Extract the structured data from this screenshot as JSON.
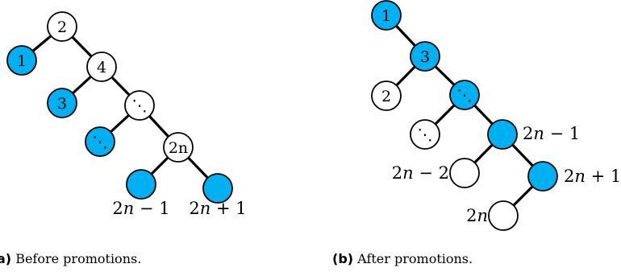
{
  "colors": {
    "highlight": "#00b0f0",
    "plain": "#ffffff",
    "stroke": "#000000"
  },
  "trees": [
    {
      "name": "before",
      "caption_tag": "a)",
      "caption_text": " Before promotions.",
      "nodes": [
        {
          "id": "a2",
          "label": "2",
          "fill": "plain"
        },
        {
          "id": "a1",
          "label": "1",
          "fill": "highlight"
        },
        {
          "id": "a4",
          "label": "4",
          "fill": "plain"
        },
        {
          "id": "a3",
          "label": "3",
          "fill": "highlight"
        },
        {
          "id": "adots1",
          "label": "⋱",
          "fill": "plain"
        },
        {
          "id": "adots2",
          "label": "⋱",
          "fill": "highlight"
        },
        {
          "id": "a2n",
          "label": "2n",
          "fill": "plain"
        },
        {
          "id": "a2nm1",
          "label": "",
          "fill": "highlight"
        },
        {
          "id": "a2np1",
          "label": "",
          "fill": "highlight"
        }
      ],
      "edges": [
        [
          "a2",
          "a1"
        ],
        [
          "a2",
          "a4"
        ],
        [
          "a4",
          "a3"
        ],
        [
          "a4",
          "adots1"
        ],
        [
          "adots1",
          "adots2"
        ],
        [
          "adots1",
          "a2n"
        ],
        [
          "a2n",
          "a2nm1"
        ],
        [
          "a2n",
          "a2np1"
        ]
      ],
      "labels": [
        {
          "for": "a2nm1",
          "text": "2n − 1"
        },
        {
          "for": "a2np1",
          "text": "2n + 1"
        }
      ]
    },
    {
      "name": "after",
      "caption_tag": "(b)",
      "caption_text": " After promotions.",
      "nodes": [
        {
          "id": "b1",
          "label": "1",
          "fill": "highlight"
        },
        {
          "id": "b3",
          "label": "3",
          "fill": "highlight"
        },
        {
          "id": "b2",
          "label": "2",
          "fill": "plain"
        },
        {
          "id": "bdots1",
          "label": "⋱",
          "fill": "highlight"
        },
        {
          "id": "bdots2",
          "label": "⋱",
          "fill": "plain"
        },
        {
          "id": "b2nm1",
          "label": "",
          "fill": "highlight"
        },
        {
          "id": "b2nm2",
          "label": "",
          "fill": "plain"
        },
        {
          "id": "b2np1",
          "label": "",
          "fill": "highlight"
        },
        {
          "id": "b2n",
          "label": "",
          "fill": "plain"
        }
      ],
      "edges": [
        [
          "b1",
          "b3"
        ],
        [
          "b3",
          "b2"
        ],
        [
          "b3",
          "bdots1"
        ],
        [
          "bdots1",
          "bdots2"
        ],
        [
          "bdots1",
          "b2nm1"
        ],
        [
          "b2nm1",
          "b2nm2"
        ],
        [
          "b2nm1",
          "b2np1"
        ],
        [
          "b2np1",
          "b2n"
        ]
      ],
      "labels": [
        {
          "for": "b2nm1",
          "text": "2n − 1"
        },
        {
          "for": "b2nm2",
          "text": "2n − 2"
        },
        {
          "for": "b2np1",
          "text": "2n + 1"
        },
        {
          "for": "b2n",
          "text": "2n"
        }
      ]
    }
  ]
}
